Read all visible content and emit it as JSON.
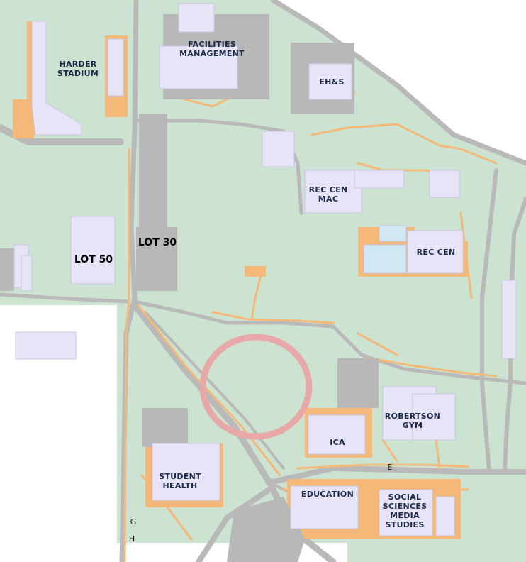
{
  "colors": {
    "grass": "#cbe3d0",
    "road": "#b9b9b9",
    "path": "#f4b879",
    "building": "#e6e4f6",
    "parking": "#b8b8b8",
    "track": "#e8a8a8",
    "label": "#1c2a4a"
  },
  "labels": {
    "harder_stadium": "HARDER\nSTADIUM",
    "facilities_management": "FACILITIES\nMANAGEMENT",
    "ehs": "EH&S",
    "rec_cen_mac": "REC CEN\nMAC",
    "rec_cen": "REC CEN",
    "lot_50": "LOT 50",
    "lot_30": "LOT 30",
    "robertson_gym": "ROBERTSON\nGYM",
    "ica": "ICA",
    "student_health": "STUDENT\nHEALTH",
    "education": "EDUCATION",
    "social_sciences_media_studies": "SOCIAL\nSCIENCES\nMEDIA\nSTUDIES"
  },
  "markers": {
    "e": "E",
    "g": "G",
    "h": "H"
  }
}
